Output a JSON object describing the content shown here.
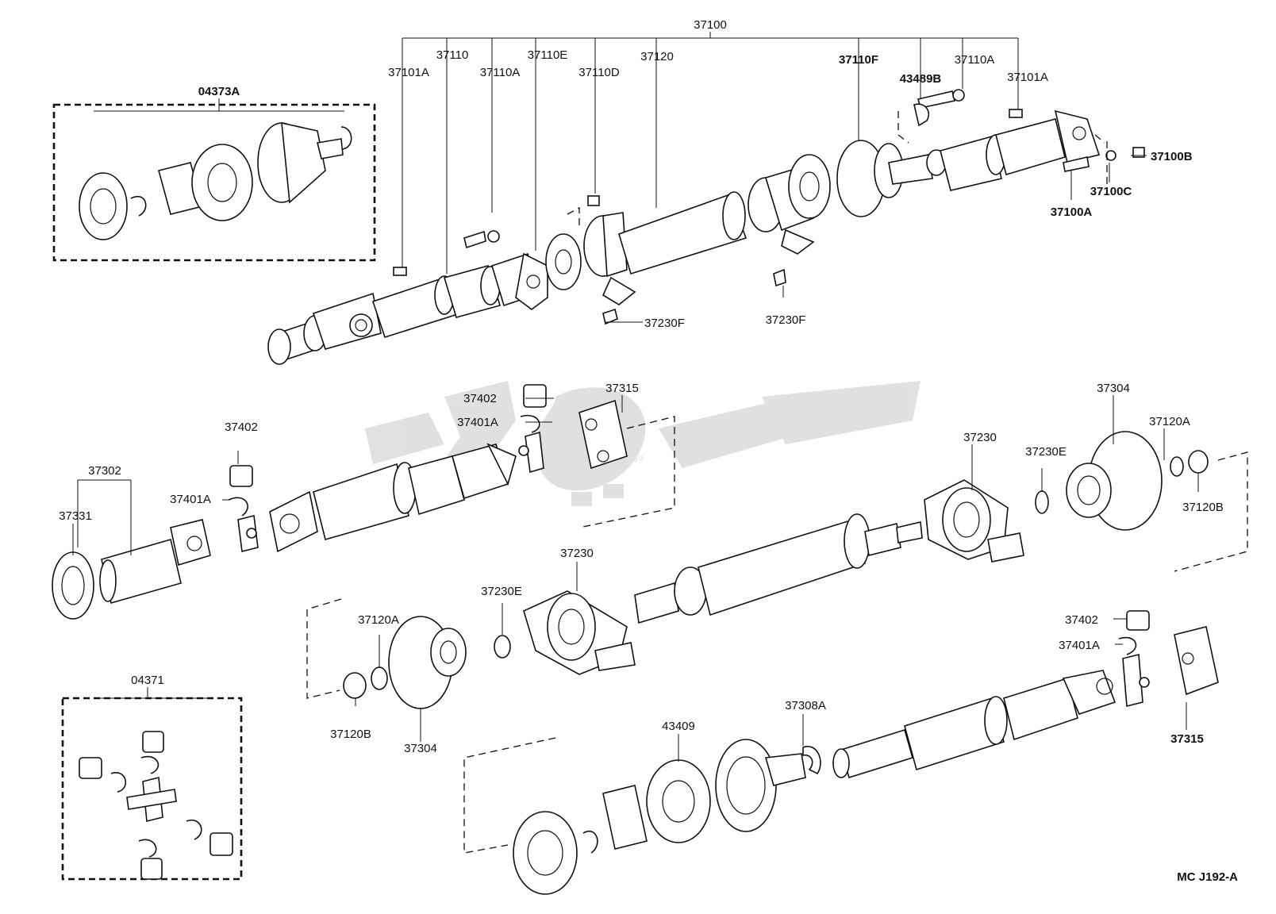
{
  "diagram": {
    "footer_code": "MC J192-A",
    "watermark": {
      "text": "کاویک",
      "color": "#c8c8c8"
    },
    "labels": {
      "top_assembly": "37100",
      "l_37110": "37110",
      "l_37110E": "37110E",
      "l_37101A_left": "37101A",
      "l_37110A_left": "37110A",
      "l_37110D": "37110D",
      "l_37120": "37120",
      "l_37110F": "37110F",
      "l_43489B": "43489B",
      "l_37110A_right": "37110A",
      "l_37101A_right": "37101A",
      "l_37100B": "37100B",
      "l_37100C": "37100C",
      "l_37100A": "37100A",
      "l_37230F_left": "37230F",
      "l_37230F_right": "37230F",
      "kit_04373A": "04373A",
      "l_37402_top": "37402",
      "l_37401A_top": "37401A",
      "l_37315_top": "37315",
      "l_37402_left": "37402",
      "l_37401A_left": "37401A",
      "l_37302": "37302",
      "l_37331": "37331",
      "l_37304_right": "37304",
      "l_37120A_right": "37120A",
      "l_37230_right": "37230",
      "l_37230E_right": "37230E",
      "l_37120B_right": "37120B",
      "l_37230_mid": "37230",
      "l_37230E_mid": "37230E",
      "l_37120A_mid": "37120A",
      "l_37120B_mid": "37120B",
      "l_37304_mid": "37304",
      "l_37402_bottom": "37402",
      "l_37401A_bottom": "37401A",
      "l_37315_bottom": "37315",
      "l_43409": "43409",
      "l_37308A": "37308A",
      "kit_04371": "04371"
    }
  }
}
